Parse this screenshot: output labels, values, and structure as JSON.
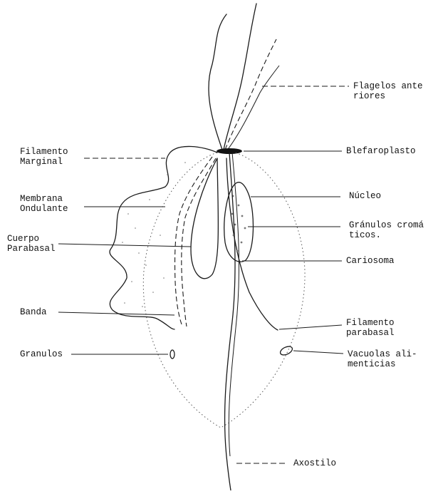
{
  "labels": {
    "flagelos_line1": "Flagelos ante",
    "flagelos_line2": "riores",
    "filamento_marginal_line1": "Filamento",
    "filamento_marginal_line2": "Marginal",
    "blefaroplasto": "Blefaroplasto",
    "membrana_line1": "Membrana",
    "membrana_line2": "Ondulante",
    "nucleo": "Núcleo",
    "cuerpo_line1": "Cuerpo",
    "cuerpo_line2": "Parabasal",
    "granulos_cromaticos_line1": "Gránulos cromá",
    "granulos_cromaticos_line2": "ticos.",
    "cariosoma": "Cariosoma",
    "banda": "Banda",
    "filamento_parabasal_line1": "Filamento",
    "filamento_parabasal_line2": "parabasal",
    "granulos": "Granulos",
    "vacuolas_line1": "Vacuolas ali-",
    "vacuolas_line2": "menticias",
    "axostilo": "Axostilo"
  }
}
